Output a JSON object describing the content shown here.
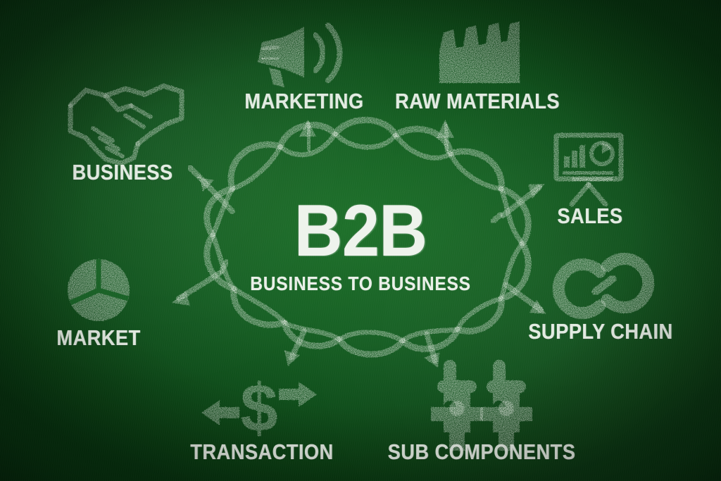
{
  "board": {
    "background_color": "#0d5218",
    "center_glow_color": "#1d7029",
    "chalk_color": "#e8efe6"
  },
  "center": {
    "title": "B2B",
    "subtitle": "BUSINESS TO BUSINESS",
    "shape": "cloud"
  },
  "nodes": [
    {
      "id": "business",
      "label": "BUSINESS",
      "icon": "handshake-icon",
      "position": "top-left"
    },
    {
      "id": "marketing",
      "label": "MARKETING",
      "icon": "megaphone-icon",
      "position": "top-center-left"
    },
    {
      "id": "raw-materials",
      "label": "RAW MATERIALS",
      "icon": "factory-icon",
      "position": "top-center-right"
    },
    {
      "id": "sales",
      "label": "SALES",
      "icon": "presentation-chart-icon",
      "position": "right-top"
    },
    {
      "id": "supply-chain",
      "label": "SUPPLY CHAIN",
      "icon": "chain-link-icon",
      "position": "right-bottom"
    },
    {
      "id": "sub-components",
      "label": "SUB COMPONENTS",
      "icon": "puzzle-people-icon",
      "position": "bottom-right"
    },
    {
      "id": "transaction",
      "label": "TRANSACTION",
      "icon": "dollar-arrows-icon",
      "position": "bottom-left"
    },
    {
      "id": "market",
      "label": "MARKET",
      "icon": "pie-chart-icon",
      "position": "left-bottom"
    }
  ],
  "connectors": {
    "count": 8,
    "style": "chalk-arrow",
    "direction": "outward-from-cloud"
  }
}
